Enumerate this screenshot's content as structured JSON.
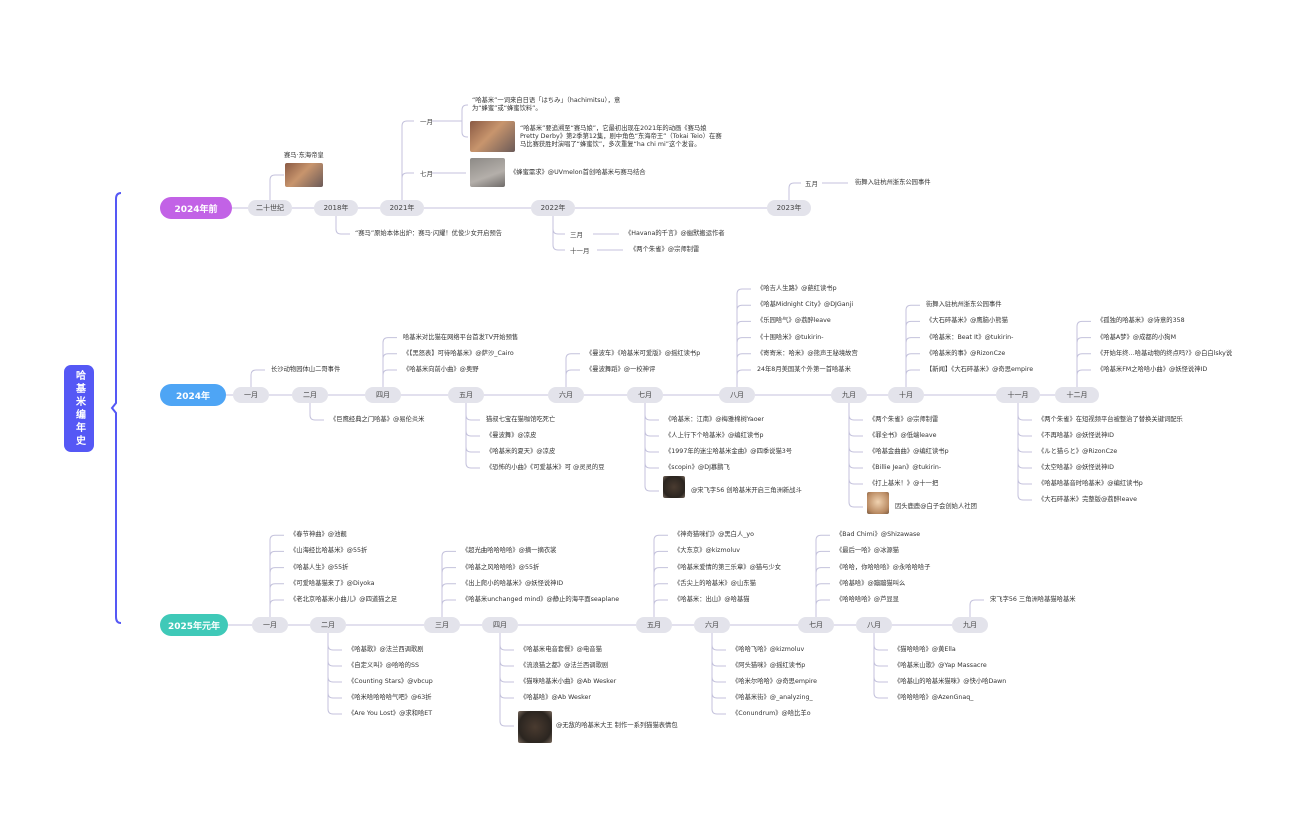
{
  "title": "哈基米编年史",
  "colors": {
    "title": "#5558f5",
    "bracket": "#5558f5",
    "line": "#c4c2dc",
    "month_bg": "#e3e3eb"
  },
  "sections": [
    {
      "label": "2024年前",
      "color": "#c262e6",
      "months": [
        {
          "label": "二十世纪",
          "above": [
            {
              "caption": "赛马·东海帝皇",
              "has_image": true
            }
          ]
        },
        {
          "label": "2018年",
          "below": [
            "“赛马”原始本体出炉：赛马·闪耀！优俊少女开启预告"
          ]
        },
        {
          "label": "2021年",
          "above": [
            {
              "label": "一月",
              "items": [
                {
                  "text": "“哈基米”一词来自日语「はちみ」（hachimitsu），意为“蜂蜜”或“蜂蜜饮料”。"
                },
                {
                  "text": "“哈基米”要追溯至“赛马娘”，它最初出现在2021年的动画《赛马娘 Pretty Derby》第2季第12集，剧中角色“东海帝王”（Tokai Teio）在赛马比赛获胜时演唱了“蜂蜜饮”，多次重复“ha chi mi”这个发音。",
                  "has_image": true
                }
              ]
            },
            {
              "label": "七月",
              "items": [
                {
                  "text": "《蜂蜜需求》@UVmelon首创哈基米与赛马结合",
                  "has_image": true
                }
              ]
            }
          ]
        },
        {
          "label": "2022年",
          "below": [
            {
              "label": "三月",
              "items": [
                {
                  "text": "《Havana的千言》@幽默搬运作者"
                }
              ]
            },
            {
              "label": "十一月",
              "items": [
                {
                  "text": "《两个朱雀》@宗师制雷"
                }
              ]
            }
          ]
        },
        {
          "label": "2023年",
          "above": [
            {
              "label": "五月",
              "items": [
                {
                  "text": "街舞入驻杭州浙东公园事件"
                }
              ]
            }
          ]
        }
      ]
    },
    {
      "label": "2024年",
      "color": "#4ea5f5",
      "months": [
        {
          "label": "一月",
          "above": [
            "长沙动物园体山二哥事件"
          ]
        },
        {
          "label": "二月",
          "below": [
            "《巨鹰经典之门哈基》@易伦炎米"
          ]
        },
        {
          "label": "四月",
          "above": [
            "哈基米对比猫在网络平台首发TV开始预售",
            "《【黑怒表】可待哈基米》@萨沙_Cairo",
            "《哈基米向前小曲》@奥野"
          ]
        },
        {
          "label": "五月",
          "below": [
            "猫叔七宝在猫咖馆吃死亡",
            "《曼波舞》@凉皮",
            "《哈基米的夏天》@凉皮",
            "《恐怖的小曲》《可爱基米》可 @灵灵的豆"
          ]
        },
        {
          "label": "六月",
          "above": [
            "《曼波车》《哈基米可爱版》@摇红读书p",
            "《曼波舞蹈》@一校神评"
          ]
        },
        {
          "label": "七月",
          "below": [
            "《哈基米：江南》@梅雅棉树Yaoer",
            "《人上行下个哈基米》@编红读书p",
            "《1997年的迷尘哈基米金曲》@四季说猫3号",
            "《scopin》@DJ慕鹏飞",
            {
              "text": "@宋飞字56 创哈基米开启三角洲新战斗",
              "has_image": true
            }
          ]
        },
        {
          "label": "八月",
          "above": [
            "《哈吉人生路》@葩红读书p",
            "《哈基Midnight City》@DJGanji",
            "《乐园哈气》@荔醉leave",
            "《十围哈米》@tukirin-",
            "《寄寄米：哈米》@熊声王秘境故宫",
            "24年8月美国某个外第一首哈基米"
          ]
        },
        {
          "label": "九月",
          "below": [
            "《两个朱雀》@宗师制雷",
            "《罪全书》@低端leave",
            "《哈基金曲曲》@编红读书p",
            "《Billie Jean》@tukirin-",
            "《打上基米！》@十一把",
            {
              "text": "因头鹿鹿@白子会创始人社团",
              "has_image": true
            }
          ]
        },
        {
          "label": "十月",
          "above": [
            "街舞入驻杭州浙东公园事件",
            "《大石碎基米》@鹰脑小熊猫",
            "《哈基米：Beat It》@tukirin-",
            "《哈基米的事》@RizonCze",
            "【新闻】《大石碎基米》@奇思empire"
          ]
        },
        {
          "label": "十一月",
          "below": [
            "《两个朱雀》在短视频平台被整治了替换关键词配乐",
            "《不再哈基》@妖怪说神ID",
            "《ルと猫らと》@RizonCze",
            "《太空哈基》@妖怪说神ID",
            "《哈基哈基音时哈基米》@编红读书p",
            "《大石碎基米》完整版@荔醉leave"
          ]
        },
        {
          "label": "十二月",
          "above": [
            "《孤独的哈基米》@诗意的358",
            "《哈基A梦》@成都的小狗M",
            "《开始年终…哈基动物的终点吗?》@白白lsky说",
            "《哈基米FM之哈哈小曲》@妖怪说神ID"
          ]
        }
      ]
    },
    {
      "label": "2025年元年",
      "color": "#3fc9b8",
      "months": [
        {
          "label": "一月",
          "above": [
            "《春节神曲》@池靓",
            "《山海经比哈基米》@55折",
            "《哈基人生》@55折",
            "《可爱哈基猫来了》@Diyoka",
            "《老北京哈基米小曲儿》@四道猫之足"
          ]
        },
        {
          "label": "二月",
          "below": [
            "《哈基歌》@法兰西调歌剧",
            "《自定义叫》@哈哈的SS",
            "《Counting Stars》@vbcup",
            "《哈米哈哈哈哈气吧》@63折",
            "《Are You Lost》@求和哈ET"
          ]
        },
        {
          "label": "三月",
          "above": [
            "《超光曲哈哈哈哈》@摘一摘衣裳",
            "《哈基之风哈哈哈》@55折",
            "《出上爬小的哈基米》@妖怪说神ID",
            "《哈基米unchanged mind》@静止的海平面seaplane"
          ]
        },
        {
          "label": "四月",
          "below": [
            "《哈基米电音套餐》@电音猫",
            "《流浪猫之都》@法兰西调歌剧",
            "《猫咪哈基米小曲》@Ab Wesker",
            "《哈基哈》@Ab Wesker",
            {
              "text": "@无敌的哈基米大王 制作一系列猫猫表情包",
              "has_image": true
            }
          ]
        },
        {
          "label": "五月",
          "above": [
            "《神奇猫咪们》@黑白人_yo",
            "《大东京》@kizmoluv",
            "《哈基米爱情的第三乐章》@猫与少女",
            "《舌尖上的哈基米》@山东猫",
            "《哈基米：出山》@哈基猫"
          ]
        },
        {
          "label": "六月",
          "below": [
            "《哈哈飞哈》@kizmoluv",
            "《阿头猫咪》@摇红读书p",
            "《哈米尔哈哈》@奇思empire",
            "《哈基米街》@_analyzing_",
            "《Conundrum》@哈比羊o"
          ]
        },
        {
          "label": "七月",
          "above": [
            "《Bad Chimi》@Shizawase",
            "《最后一哈》@冰源猫",
            "《哈哈，你哈哈哈》@永哈哈哈子",
            "《哈基哈》@蹦蹦猫叫么",
            "《哈哈哈哈》@芦显显"
          ]
        },
        {
          "label": "八月",
          "below": [
            "《猫哈哈哈》@黄Ella",
            "《哈基米山歌》@Yap Massacre",
            "《哈基山的哈基米猫咪》@快小哈Dawn",
            "《哈哈哈哈》@AzenGnaq_"
          ]
        },
        {
          "label": "九月",
          "above": [
            "宋飞字56 三角洲哈基猫哈基米"
          ]
        }
      ]
    }
  ]
}
